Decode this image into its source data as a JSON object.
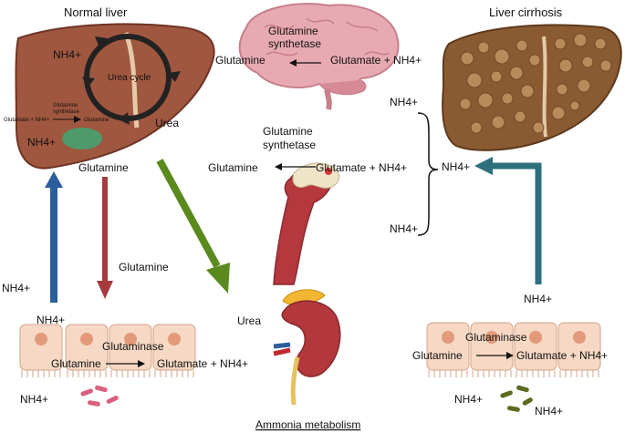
{
  "title": "Ammonia metabolism",
  "normal_liver": {
    "heading": "Normal liver",
    "nh4_top": "NH4+",
    "nh4_bottom": "NH4+",
    "urea_cycle": "Urea cycle",
    "gs_line1": "Glutamine",
    "gs_line2": "synthetase",
    "glu_nh4": "Glutamate + NH4+",
    "gln_small": "Glutamine",
    "urea": "Urea",
    "glutamine_out": "Glutamine"
  },
  "left_flow": {
    "glutamine_down": "Glutamine",
    "nh4_left": "NH4+",
    "nh4_cells_top": "NH4+",
    "nh4_bacteria": "NH4+"
  },
  "left_gut": {
    "glutaminase": "Glutaminase",
    "glutamine": "Glutamine",
    "product": "Glutamate + NH4+"
  },
  "brain": {
    "gs_line1": "Glutamine",
    "gs_line2": "synthetase",
    "glutamine": "Glutamine",
    "product": "Glutamate + NH4+"
  },
  "muscle": {
    "gs_line1": "Glutamine",
    "gs_line2": "synthetase",
    "glutamine": "Glutamine",
    "product": "Glutamate + NH4+"
  },
  "kidney": {
    "urea": "Urea"
  },
  "cirrhosis": {
    "heading": "Liver cirrhosis",
    "nh4_upper": "NH4+",
    "nh4_center": "NH4+",
    "nh4_lower": "NH4+",
    "nh4_gut": "NH4+"
  },
  "right_gut": {
    "glutaminase": "Glutaminase",
    "glutamine": "Glutamine",
    "product": "Glutamate + NH4+",
    "nh4_a": "NH4+",
    "nh4_b": "NH4+"
  },
  "colors": {
    "liver": "#a0573f",
    "cirrhosis": "#8a5a32",
    "blue_arrow": "#2c5d9b",
    "red_arrow": "#a73a3e",
    "green_arrow": "#5a8a1e",
    "teal_arrow": "#2e6f7d",
    "gut_cell": "#f6d8c4",
    "brain": "#e8aab2"
  }
}
